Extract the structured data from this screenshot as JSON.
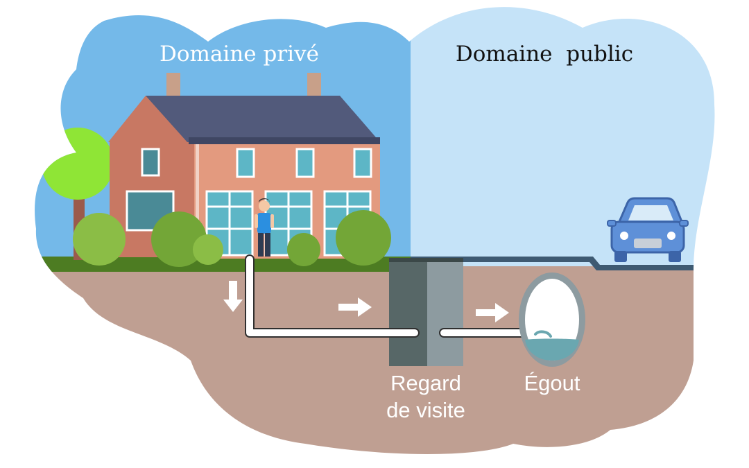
{
  "labels": {
    "private_domain": "Domaine privé",
    "public_domain": "Domaine  public",
    "manhole": [
      "Regard",
      "de visite"
    ],
    "sewer": "Égout"
  },
  "colors": {
    "private_sky": "#74b9e9",
    "public_sky": "#c5e3f8",
    "soil": "#bf9f92",
    "grass": "#4d7c22",
    "brick": "#e39a7f",
    "brick_side": "#c87863",
    "roof": "#525a7b",
    "window": "#5db6c6",
    "tree_canopy": "#8fe536",
    "tree_trunk": "#9b5a4c",
    "bush": "#8bbd46",
    "manhole_dark": "#576767",
    "manhole_light": "#8d9ba0",
    "car": "#5e90d8",
    "pipe": "#ffffff",
    "sewer_water": "#6aa7b0"
  }
}
